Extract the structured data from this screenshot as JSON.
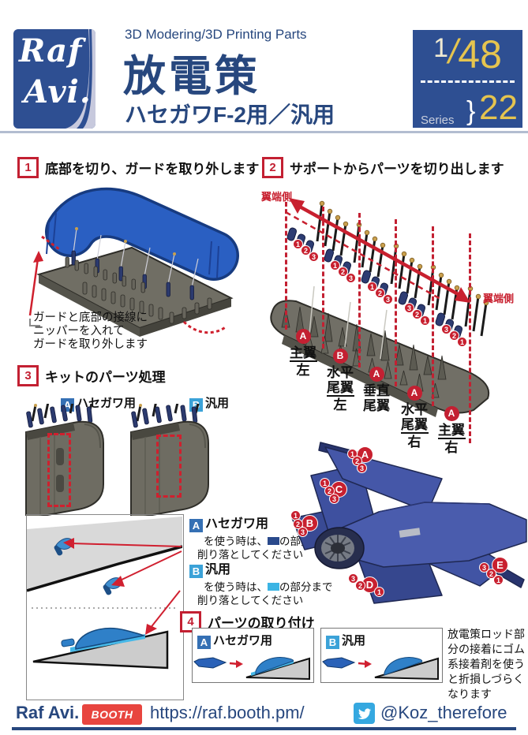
{
  "colors": {
    "brand_blue": "#27477e",
    "accent_red": "#c8202f",
    "scale_yellow": "#e5c44f",
    "guard_blue": "#2a5fc2",
    "hasegawa_blue": "#2a4a8c",
    "generic_cyan": "#3bb4e4"
  },
  "header": {
    "logo_line1": "Raf",
    "logo_line2": "Avi.",
    "tagline": "3D Modering/3D Printing Parts",
    "title": "放電策",
    "subtitle": "ハセガワF-2用／汎用",
    "scale_numerator": "1",
    "scale_slash": "/",
    "scale_denominator": "48",
    "series_label": "Series",
    "series_brace": "}",
    "series_number": "22"
  },
  "step1": {
    "number": "1",
    "title": "底部を切り、ガードを取り外します",
    "note_lines": [
      "ガードと底部の接線に",
      "ニッパーを入れて",
      "ガードを取り外します"
    ]
  },
  "step2": {
    "number": "2",
    "title": "サポートからパーツを切り出します",
    "wingtip_left": "翼端側",
    "wingtip_right": "翼端側",
    "part_numbers": [
      "1",
      "2",
      "3"
    ],
    "groups": [
      {
        "letter": "A",
        "line1": "主翼",
        "bottom": "左"
      },
      {
        "letter": "B",
        "line1": "水平",
        "line2": "尾翼",
        "bottom": "左"
      },
      {
        "letter": "A",
        "line1": "垂直",
        "line2": "尾翼"
      },
      {
        "letter": "A",
        "line1": "水平",
        "line2": "尾翼",
        "bottom": "右"
      },
      {
        "letter": "A",
        "line1": "主翼",
        "bottom": "右"
      }
    ]
  },
  "step3": {
    "number": "3",
    "title": "キットのパーツ処理",
    "label_a_letter": "A",
    "label_a_text": "ハセガワ用",
    "label_b_letter": "B",
    "label_b_text": "汎用"
  },
  "notes": {
    "a": {
      "letter": "A",
      "title": "ハセガワ用",
      "line1_pre": "を使う時は、",
      "line1_post": "の部分を",
      "line2": "削り落としてください"
    },
    "b": {
      "letter": "B",
      "title": "汎用",
      "line1_pre": "を使う時は、",
      "line1_post": "の部分まで",
      "line2": "削り落としてください"
    }
  },
  "step4": {
    "number": "4",
    "title": "パーツの取り付け",
    "box_a_letter": "A",
    "box_a_text": "ハセガワ用",
    "box_b_letter": "B",
    "box_b_text": "汎用",
    "side_note_lines": [
      "放電策ロッド部",
      "分の接着にゴム",
      "系接着剤を使う",
      "と折損しづらく",
      "なります"
    ]
  },
  "aircraft": {
    "markers": [
      {
        "letter": "A",
        "numbers": [
          "1",
          "2",
          "3"
        ]
      },
      {
        "letter": "C",
        "numbers": [
          "1",
          "2",
          "3"
        ]
      },
      {
        "letter": "B",
        "numbers": [
          "1",
          "2",
          "3"
        ]
      },
      {
        "letter": "D",
        "numbers": [
          "3",
          "2",
          "1"
        ]
      },
      {
        "letter": "E",
        "numbers": [
          "3",
          "2",
          "1"
        ]
      }
    ]
  },
  "footer": {
    "brand": "Raf Avi.",
    "booth": "BOOTH",
    "url": "https://raf.booth.pm/",
    "handle": "@Koz_therefore"
  }
}
